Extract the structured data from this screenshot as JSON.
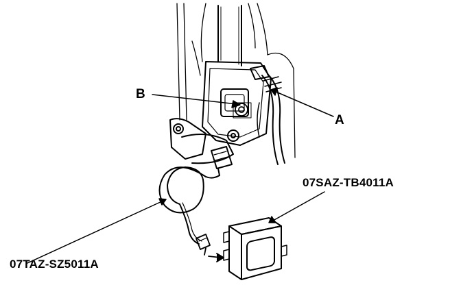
{
  "callouts": {
    "label_a": "A",
    "label_b": "B",
    "tool_top": "07SAZ-TB4011A",
    "tool_bottom": "07TAZ-SZ5011A"
  },
  "colors": {
    "ink": "#000000",
    "paper": "#ffffff"
  }
}
